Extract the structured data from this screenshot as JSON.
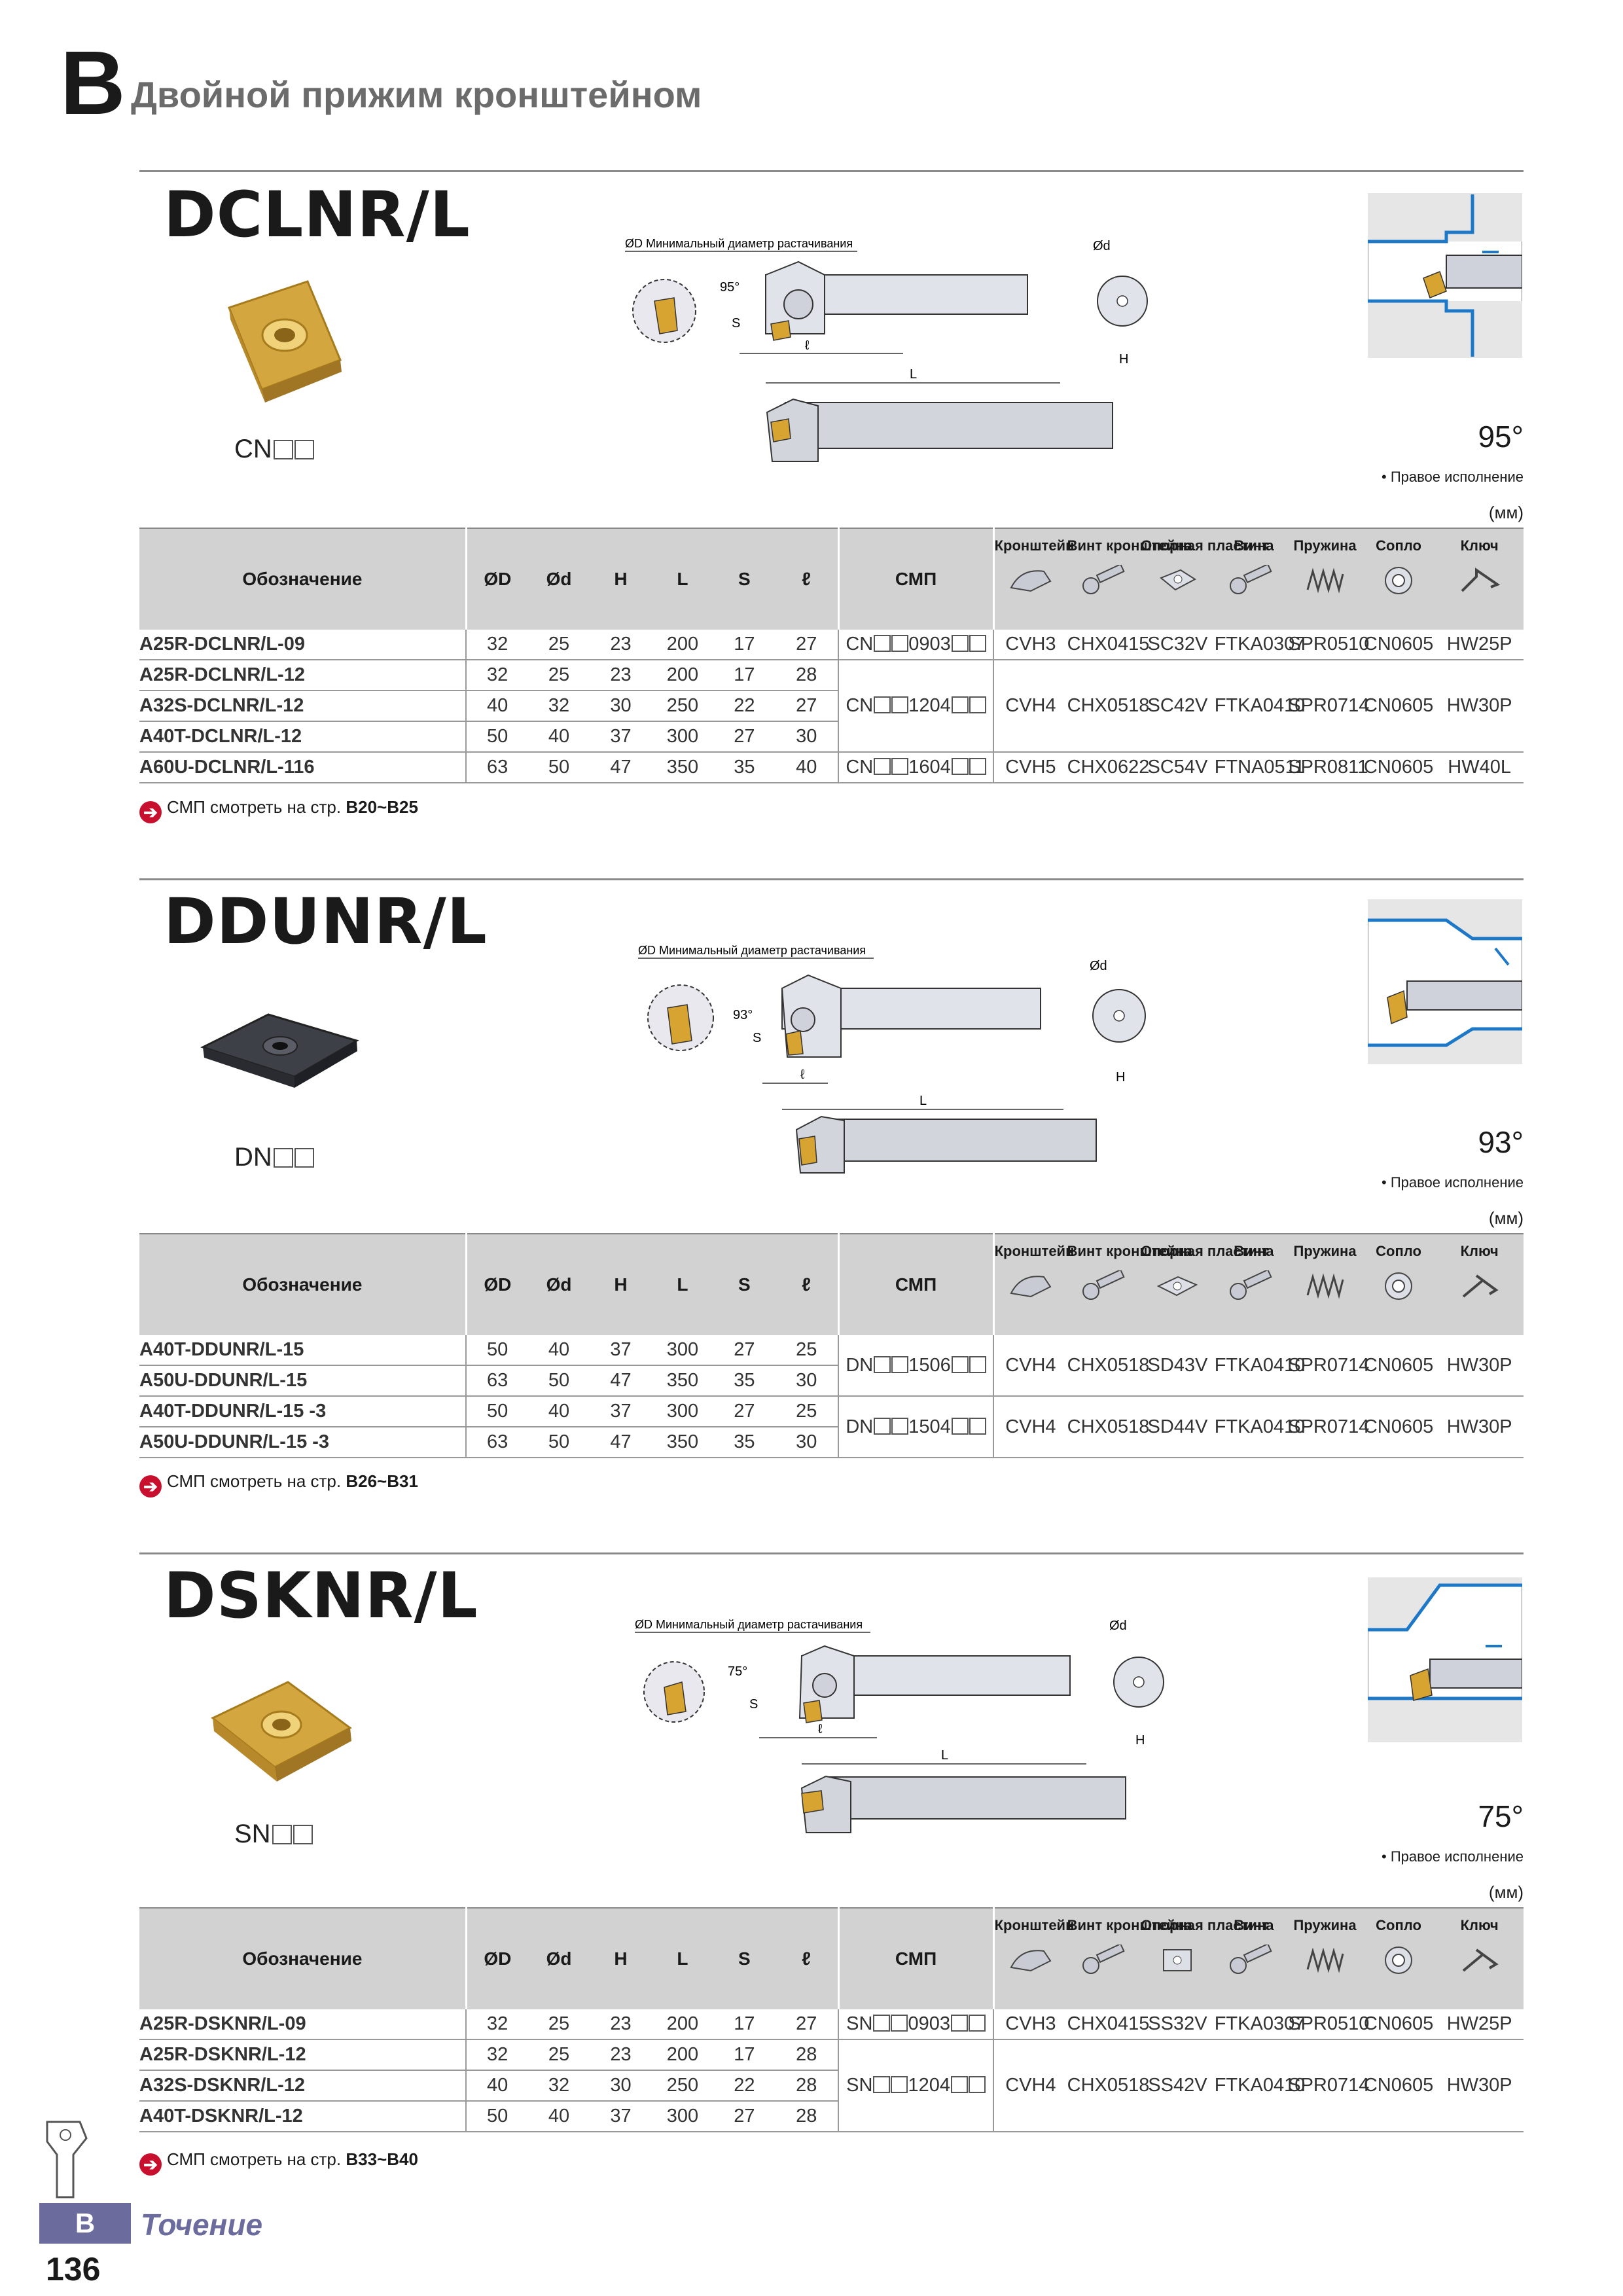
{
  "header": {
    "letter": "B",
    "title": "Двойной прижим кронштейном"
  },
  "footer": {
    "tab_letter": "B",
    "tab_label": "Точение",
    "page_number": "136"
  },
  "columns": {
    "designation": "Обозначение",
    "D": "ØD",
    "d": "Ød",
    "H": "H",
    "L": "L",
    "S": "S",
    "l": "ℓ",
    "insert": "СМП",
    "clamp": "Кронштейн",
    "screw1": "Винт кронштейна",
    "seat": "Опорная пластина",
    "screw2": "Винт",
    "spring": "Пружина",
    "nozzle": "Сопло",
    "key": "Ключ"
  },
  "common": {
    "right_version": "• Правое исполнение",
    "units": "(мм)",
    "min_diameter_label": "ØD Минимальный диаметр растачивания",
    "note_prefix": "СМП смотреть на стр."
  },
  "sections": [
    {
      "model": "DCLNR/L",
      "insert_prefix": "CN",
      "angle": "95°",
      "note_pages": "B20~B25",
      "rows": [
        {
          "designation": "A25R-DCLNR/L-09",
          "D": "32",
          "d": "25",
          "H": "23",
          "L": "200",
          "S": "17",
          "l": "27"
        },
        {
          "designation": "A25R-DCLNR/L-12",
          "D": "32",
          "d": "25",
          "H": "23",
          "L": "200",
          "S": "17",
          "l": "28"
        },
        {
          "designation": "A32S-DCLNR/L-12",
          "D": "40",
          "d": "32",
          "H": "30",
          "L": "250",
          "S": "22",
          "l": "27"
        },
        {
          "designation": "A40T-DCLNR/L-12",
          "D": "50",
          "d": "40",
          "H": "37",
          "L": "300",
          "S": "27",
          "l": "30"
        },
        {
          "designation": "A60U-DCLNR/L-116",
          "D": "63",
          "d": "50",
          "H": "47",
          "L": "350",
          "S": "35",
          "l": "40"
        }
      ],
      "groups": [
        {
          "insert_suffix": "0903",
          "clamp": "CVH3",
          "screw1": "CHX0415",
          "seat": "SC32V",
          "screw2": "FTKA0307",
          "spring": "SPR0510",
          "nozzle": "CN0605",
          "key": "HW25P"
        },
        {
          "insert_suffix": "1204",
          "clamp": "CVH4",
          "screw1": "CHX0518",
          "seat": "SC42V",
          "screw2": "FTKA0410",
          "spring": "SPR0714",
          "nozzle": "CN0605",
          "key": "HW30P"
        },
        {
          "insert_suffix": "1604",
          "clamp": "CVH5",
          "screw1": "CHX0622",
          "seat": "SC54V",
          "screw2": "FTNA0511",
          "spring": "SPR0811",
          "nozzle": "CN0605",
          "key": "HW40L"
        }
      ]
    },
    {
      "model": "DDUNR/L",
      "insert_prefix": "DN",
      "angle": "93°",
      "note_pages": "B26~B31",
      "rows": [
        {
          "designation": "A40T-DDUNR/L-15",
          "D": "50",
          "d": "40",
          "H": "37",
          "L": "300",
          "S": "27",
          "l": "25"
        },
        {
          "designation": "A50U-DDUNR/L-15",
          "D": "63",
          "d": "50",
          "H": "47",
          "L": "350",
          "S": "35",
          "l": "30"
        },
        {
          "designation": "A40T-DDUNR/L-15 -3",
          "D": "50",
          "d": "40",
          "H": "37",
          "L": "300",
          "S": "27",
          "l": "25"
        },
        {
          "designation": "A50U-DDUNR/L-15 -3",
          "D": "63",
          "d": "50",
          "H": "47",
          "L": "350",
          "S": "35",
          "l": "30"
        }
      ],
      "groups": [
        {
          "insert_suffix": "1506",
          "clamp": "CVH4",
          "screw1": "CHX0518",
          "seat": "SD43V",
          "screw2": "FTKA0410",
          "spring": "SPR0714",
          "nozzle": "CN0605",
          "key": "HW30P"
        },
        {
          "insert_suffix": "1504",
          "clamp": "CVH4",
          "screw1": "CHX0518",
          "seat": "SD44V",
          "screw2": "FTKA0410",
          "spring": "SPR0714",
          "nozzle": "CN0605",
          "key": "HW30P"
        }
      ]
    },
    {
      "model": "DSKNR/L",
      "insert_prefix": "SN",
      "angle": "75°",
      "note_pages": "B33~B40",
      "rows": [
        {
          "designation": "A25R-DSKNR/L-09",
          "D": "32",
          "d": "25",
          "H": "23",
          "L": "200",
          "S": "17",
          "l": "27"
        },
        {
          "designation": "A25R-DSKNR/L-12",
          "D": "32",
          "d": "25",
          "H": "23",
          "L": "200",
          "S": "17",
          "l": "28"
        },
        {
          "designation": "A32S-DSKNR/L-12",
          "D": "40",
          "d": "32",
          "H": "30",
          "L": "250",
          "S": "22",
          "l": "28"
        },
        {
          "designation": "A40T-DSKNR/L-12",
          "D": "50",
          "d": "40",
          "H": "37",
          "L": "300",
          "S": "27",
          "l": "28"
        }
      ],
      "groups": [
        {
          "insert_suffix": "0903",
          "clamp": "CVH3",
          "screw1": "CHX0415",
          "seat": "SS32V",
          "screw2": "FTKA0307",
          "spring": "SPR0510",
          "nozzle": "CN0605",
          "key": "HW25P"
        },
        {
          "insert_suffix": "1204",
          "clamp": "CVH4",
          "screw1": "CHX0518",
          "seat": "SS42V",
          "screw2": "FTKA0410",
          "spring": "SPR0714",
          "nozzle": "CN0605",
          "key": "HW30P"
        }
      ]
    }
  ]
}
